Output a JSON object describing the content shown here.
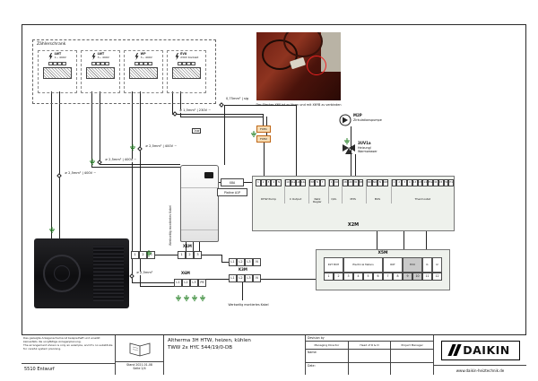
{
  "zaehlerschrank": {
    "title": "Zählerschrank",
    "meters": [
      {
        "name": "LWT",
        "spec": "1~ 400V"
      },
      {
        "name": "LWT",
        "spec": "3~ 400V"
      },
      {
        "name": "WP",
        "spec": "3~ 400V"
      },
      {
        "name": "EVU",
        "spec": "230V Kontakt"
      }
    ]
  },
  "photo": {
    "caption": "Der Stecker X6Y ist zu lösen und mit X6YB zu verbinden"
  },
  "cable_labels": {
    "sig": "0,75mm² | sig",
    "v230": "≥ 1,5mm² | 230V ~",
    "v400_1": "≥ 2,5mm² | 400V ~",
    "v400_2": "≥ 2,5mm² | 400V ~",
    "v400_3": "≥ 2,5mm² | 400V ~",
    "v25": "≥ 2,5mm²",
    "wire_tag": "1sw"
  },
  "components": {
    "pump": {
      "code": "M2P",
      "desc": "Zirkulationspumpe"
    },
    "valve": {
      "code": "3UV1a",
      "desc1": "Heizung/",
      "desc2": "Warmwasser"
    },
    "fuses": [
      "F0H1",
      "F0H2"
    ],
    "pcb": [
      "X8A",
      "Platine A1P"
    ]
  },
  "factory_cable": "Werkseitig montiertes Kabel",
  "x1m": {
    "label": "X1M",
    "terminals": [
      "1",
      "2",
      "3"
    ]
  },
  "x6m": {
    "label": "X6M",
    "terminals": [
      "L1",
      "L2",
      "L3",
      "PE"
    ]
  },
  "k3m": {
    "label": "K3M",
    "top": [
      "L1",
      "L2",
      "L3",
      "N"
    ],
    "bottom": [
      "L1",
      "L2",
      "L3",
      "N"
    ]
  },
  "outdoor_terminals": [
    "1",
    "2",
    "3"
  ],
  "x2m": {
    "label": "X2M",
    "groups": [
      {
        "label": "DHW Pump",
        "terminals": [
          "1",
          "2",
          "3",
          "4",
          "N"
        ]
      },
      {
        "label": "C Output",
        "terminals": [
          "10",
          "11a",
          "11b",
          "14a"
        ]
      },
      {
        "label": "Netz Regler",
        "terminals": [
          "230V",
          "N",
          "Y"
        ]
      },
      {
        "label": "Q2L",
        "terminals": [
          "1",
          "N2"
        ]
      },
      {
        "label": "M3S",
        "terminals": [
          "28",
          "29",
          "30",
          "N5"
        ]
      },
      {
        "label": "M2S",
        "terminals": [
          "NC",
          "NO",
          "N",
          "COM"
        ]
      },
      {
        "label": "Thermostat",
        "terminals": [
          "1",
          "2",
          "3",
          "4",
          "13",
          "C3",
          "14",
          "35a",
          "34",
          "C5",
          "H2",
          "H1"
        ]
      }
    ]
  },
  "x5m": {
    "label": "X5M",
    "groups": [
      {
        "label": "R2T BUH",
        "terminals": [
          "1",
          "2"
        ]
      },
      {
        "label": "Electrical Meters",
        "terminals": [
          "3",
          "4",
          "5",
          "6"
        ]
      },
      {
        "label": "R6T",
        "terminals": [
          "7",
          "8"
        ]
      },
      {
        "label": "EVU",
        "terminals": [
          "9",
          "10"
        ],
        "shaded": true
      },
      {
        "label": "I1",
        "terminals": [
          "11"
        ]
      },
      {
        "label": "I2",
        "terminals": [
          "12"
        ]
      }
    ]
  },
  "titleblock": {
    "disclaimer_de": "Das gezeigte Anlagenschema ist beispielhaft und ersetzt keinesfalls die sorgfältige Anlagenplanung.",
    "disclaimer_en": "The arrangement shown is only an example, and it's no substitute for careful system planning.",
    "doc_code": "5510 Entwurf",
    "stand": "Stand 2021-01-08",
    "page": "Seite 2/4",
    "title_line1": "Altherma 3H HTW, heizen, kühlen",
    "title_line2": "TWW 2x HYC 544/19/0-DB",
    "division": "Devision by",
    "cols": [
      "Managing Director",
      "Head of R & D",
      "Project Manager"
    ],
    "name_label": "Name:",
    "date_label": "Date:",
    "brand": "DAIKIN",
    "website": "www.daikin-heiztechnik.de"
  }
}
